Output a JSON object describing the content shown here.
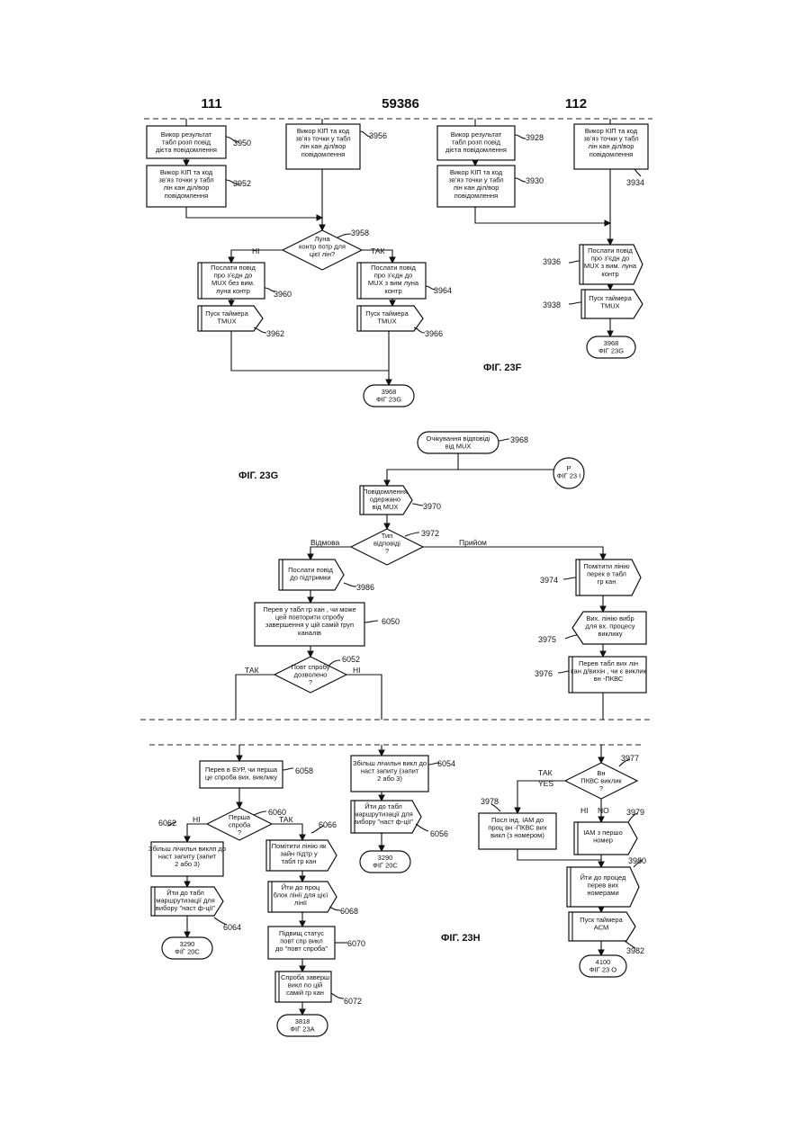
{
  "header": {
    "left": "111",
    "center": "59386",
    "right": "112"
  },
  "figures": {
    "f": "ФІГ. 23F",
    "g": "ФІГ. 23G",
    "h": "ФІГ. 23H"
  },
  "nodes": {
    "n3950": [
      "Викор результат",
      "табл розп повід",
      "дієта повідомлення"
    ],
    "n3952": [
      "Викор КІП та код",
      "зв’яз точки у табл",
      "лін кан діл/вор",
      "повідомлення"
    ],
    "n3956": [
      "Викор КІП та код",
      "зв’яз точки у табл",
      "лін кан діл/вор",
      "повідомлення"
    ],
    "n3958": [
      "Луна",
      "контр потр для",
      "цієї лін?"
    ],
    "n3960": [
      "Послати повід",
      "про з’єдн до",
      "MUX без вим.",
      "луна контр"
    ],
    "n3962": [
      "Пуск таймера",
      "TMUX"
    ],
    "n3964": [
      "Послати повід",
      "про з’єдн до",
      "MUX з вим луна",
      "контр"
    ],
    "n3966": [
      "Пуск таймера",
      "TMUX"
    ],
    "n3968a": [
      "3968",
      "ФІГ 23G"
    ],
    "n3928": [
      "Викор результат",
      "табл розп повід",
      "дієта повідомлення"
    ],
    "n3930": [
      "Викор КІП та код",
      "зв’яз точки у табл",
      "лін кан діл/вор",
      "повідомлення"
    ],
    "n3934": [
      "Викор КІП та код",
      "зв’яз точки у табл",
      "лін кан діл/вор",
      "повідомлення"
    ],
    "n3936": [
      "Послати повід",
      "про з’єдн до",
      "MUX з вим. луна",
      "контр"
    ],
    "n3938": [
      "Пуск таймера",
      "TMUX"
    ],
    "n3968b": [
      "3968",
      "ФІГ 23G"
    ],
    "n3968": [
      "Очікування відповіді",
      "від MUX"
    ],
    "nP": [
      "P",
      "ФІГ 23 І"
    ],
    "n3970": [
      "Повідомлення",
      "одержано",
      "від MUX"
    ],
    "n3972": [
      "Тип",
      "відповіді",
      "?"
    ],
    "n3986": [
      "Послати повід",
      "до підтримки"
    ],
    "n6050": [
      "Перев у табл гр кан , чи може",
      "цей повторити спробу",
      "завершення у цій самій груп",
      "каналів"
    ],
    "n6052": [
      "Повт спробу",
      "дозволено",
      "?"
    ],
    "n3974": [
      "Помітити лінію",
      "перек в табл",
      "гр кан"
    ],
    "n3975": [
      "Вих. лінію вибр",
      "для вх. процесу",
      "виклику"
    ],
    "n3976": [
      "Перев табл вих лін",
      "кан д/вихін , чи є виклик",
      "вн -ПКВС"
    ],
    "n6058": [
      "Перев в БУР, чи перша",
      "це спроба вих. виклику"
    ],
    "n6060": [
      "Перша",
      "спроба",
      "?"
    ],
    "n6062": [
      "Збільш лічильн виклп до",
      "наст запиту (запит",
      "2 або 3)"
    ],
    "n6064": [
      "Йти до табл",
      "маршрутизації для",
      "вибору \"наст ф-ції\""
    ],
    "n3290a": [
      "3290",
      "ФІГ 20С"
    ],
    "n6066": [
      "Помітити лінію як",
      "зайн підтр у",
      "табл гр кан"
    ],
    "n6068": [
      "Йти до проц",
      "блок лінії для цієї",
      "лінії"
    ],
    "n6070": [
      "Підвищ статус",
      "повт спр викл",
      "до \"повт спроба\""
    ],
    "n6072": [
      "Спроба заверш",
      "викл по цій",
      "самій гр кан"
    ],
    "n3818": [
      "3818",
      "ФІГ 23А"
    ],
    "n6054": [
      "Збільш лічильн викл до",
      "наст запиту (запит",
      "2 або 3)"
    ],
    "n6056": [
      "Йти до табл",
      "маршрутизації для",
      "вибору \"наст ф-ції\""
    ],
    "n3290b": [
      "3290",
      "ФІГ 20С"
    ],
    "n3977": [
      "Вн",
      "ПКВС виклик",
      "?"
    ],
    "n3978": [
      "Посл інд. ІАМ до",
      "проц вн -ПКВС вих",
      "викл (з номером)"
    ],
    "n3979": [
      "ІАМ з першо",
      "номер"
    ],
    "n3980": [
      "Йти до процед",
      "перев вих",
      "номерами"
    ],
    "n3982": [
      "Пуск таймера",
      "АСМ"
    ],
    "n4100": [
      "4100",
      "ФІГ 23 О"
    ]
  },
  "refs": {
    "r3950": "3950",
    "r3952": "3952",
    "r3956": "3956",
    "r3958": "3958",
    "r3960": "3960",
    "r3962": "3962",
    "r3964": "3964",
    "r3966": "3966",
    "r3928": "3928",
    "r3930": "3930",
    "r3934": "3934",
    "r3936": "3936",
    "r3938": "3938",
    "r3968": "3968",
    "r3970": "3970",
    "r3972": "3972",
    "r3986": "3986",
    "r6050": "6050",
    "r6052": "6052",
    "r3974": "3974",
    "r3975": "3975",
    "r3976": "3976",
    "r6058": "6058",
    "r6060": "6060",
    "r6062": "6062",
    "r6064": "6064",
    "r6066": "6066",
    "r6068": "6068",
    "r6070": "6070",
    "r6072": "6072",
    "r6054": "6054",
    "r6056": "6056",
    "r3977": "3977",
    "r3978": "3978",
    "r3979": "3979",
    "r3980": "3980",
    "r3982": "3982"
  },
  "labels": {
    "ni1": "НІ",
    "tak1": "ТАК",
    "vidmova": "Відмова",
    "pryiom": "Прийом",
    "tak2": "ТАК",
    "ni2": "НІ",
    "ni3": "НІ",
    "tak3": "ТАК",
    "tak4": "ТАК",
    "yes": "YES",
    "ni4": "НІ",
    "no": "NO"
  }
}
